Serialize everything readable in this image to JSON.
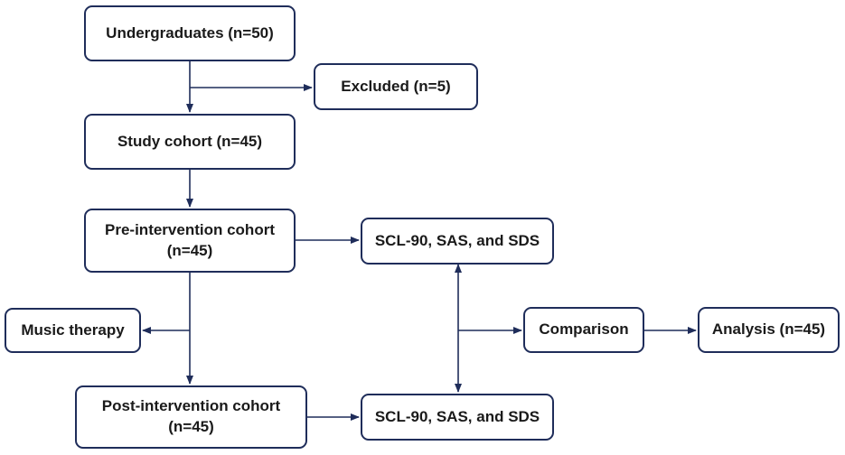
{
  "colors": {
    "line": "#1f2d5a",
    "box_border": "#1f2d5a",
    "text": "#1a1a1a",
    "background": "#ffffff"
  },
  "nodes": {
    "undergraduates": "Undergraduates (n=50)",
    "excluded": "Excluded (n=5)",
    "study_cohort": "Study cohort (n=45)",
    "pre_intervention": "Pre-intervention cohort\n(n=45)",
    "scl_pre": "SCL-90, SAS, and SDS",
    "music_therapy": "Music therapy",
    "comparison": "Comparison",
    "analysis": "Analysis (n=45)",
    "post_intervention": "Post-intervention cohort\n(n=45)",
    "scl_post": "SCL-90, SAS, and SDS"
  },
  "edges": [
    {
      "from": "undergraduates",
      "to": "study_cohort"
    },
    {
      "from": "undergraduates",
      "to": "excluded"
    },
    {
      "from": "study_cohort",
      "to": "pre_intervention"
    },
    {
      "from": "pre_intervention",
      "to": "scl_pre"
    },
    {
      "from": "pre_intervention",
      "to": "post_intervention"
    },
    {
      "from": "pre_intervention",
      "to": "music_therapy"
    },
    {
      "from": "post_intervention",
      "to": "scl_post"
    },
    {
      "from": "scl_pre",
      "to": "scl_post",
      "bidirectional": true
    },
    {
      "from": "scl_pre",
      "to": "comparison"
    },
    {
      "from": "comparison",
      "to": "analysis"
    }
  ]
}
